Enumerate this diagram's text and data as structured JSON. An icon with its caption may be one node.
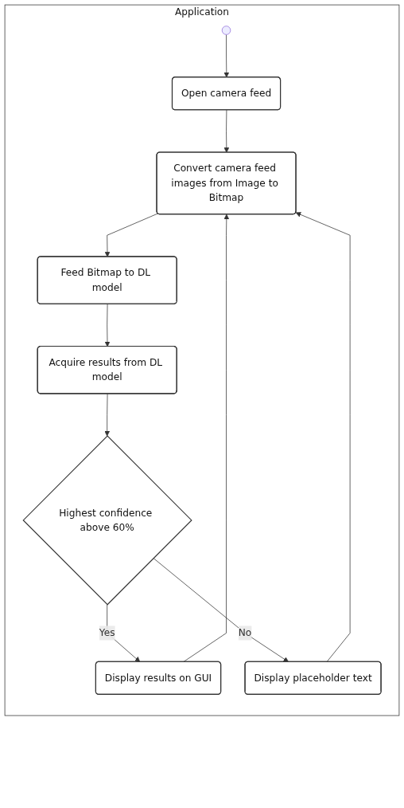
{
  "diagram": {
    "nodes": [
      {
        "text": [
          "Application"
        ]
      },
      {
        "text": [],
        "shape": "circle",
        "in": 0
      },
      {
        "text": [
          "Open camera feed"
        ],
        "in": 0
      },
      {
        "text": [
          "Convert camera feed images from Image to Bitmap"
        ],
        "in": 0
      },
      {
        "text": [
          "Feed Bitmap to DL model"
        ],
        "in": 0
      },
      {
        "text": [
          "Acquire results from DL model"
        ],
        "in": 0
      },
      {
        "text": [
          "Highest confidence above 60%"
        ],
        "in": 0
      },
      {
        "text": [
          "Display results on GUI"
        ],
        "in": 0
      },
      {
        "text": [
          "Display placeholder text"
        ],
        "in": 0
      }
    ],
    "edges": [
      {
        "from": 1,
        "to": 2,
        "arrow": "to"
      },
      {
        "from": 2,
        "to": 3,
        "arrow": "to"
      },
      {
        "from": 3,
        "to": 4,
        "arrow": "to"
      },
      {
        "from": 4,
        "to": 5,
        "arrow": "to"
      },
      {
        "from": 5,
        "to": 6,
        "arrow": "to"
      },
      {
        "from": 6,
        "to": 7,
        "arrow": "to",
        "label": "Yes"
      },
      {
        "from": 6,
        "to": 8,
        "arrow": "to",
        "label": "No"
      },
      {
        "from": 7,
        "to": 3,
        "arrow": "to"
      },
      {
        "from": 8,
        "to": 3,
        "arrow": "to"
      }
    ]
  }
}
